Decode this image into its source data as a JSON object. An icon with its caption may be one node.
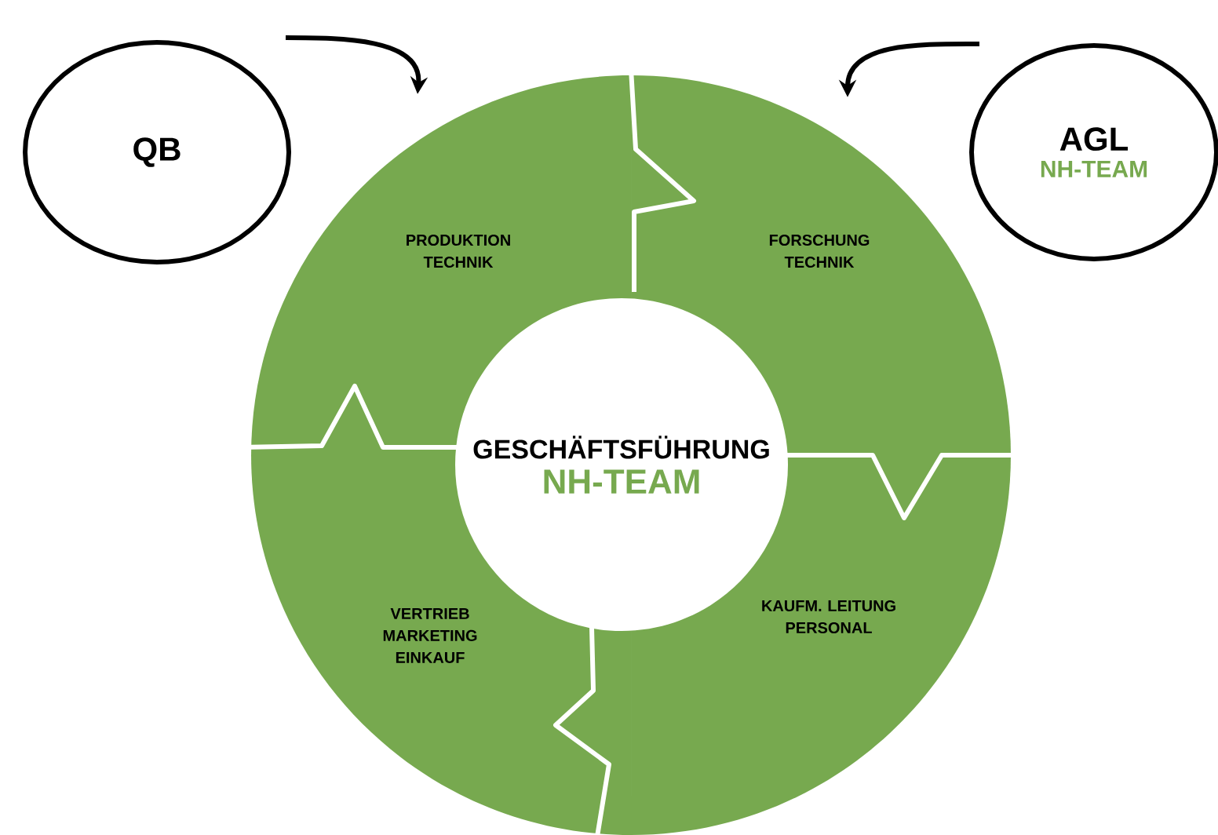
{
  "diagram": {
    "nodes": [
      {
        "text": [
          "QB"
        ]
      },
      {
        "text": [
          "AGL",
          "NH-TEAM"
        ]
      },
      {
        "text": [
          "PRODUKTION TECHNIK"
        ]
      },
      {
        "text": [
          "FORSCHUNG TECHNIK"
        ]
      },
      {
        "text": [
          "VERTRIEB MARKETING EINKAUF"
        ]
      },
      {
        "text": [
          "KAUFM. LEITUNG PERSONAL"
        ]
      },
      {
        "text": [
          "GESCHÄFTSFÜHRUNG",
          "NH-TEAM"
        ]
      }
    ],
    "edges": [
      {
        "from": 0,
        "to": 2,
        "arrow": "to"
      },
      {
        "from": 1,
        "to": 3,
        "arrow": "to"
      }
    ]
  }
}
